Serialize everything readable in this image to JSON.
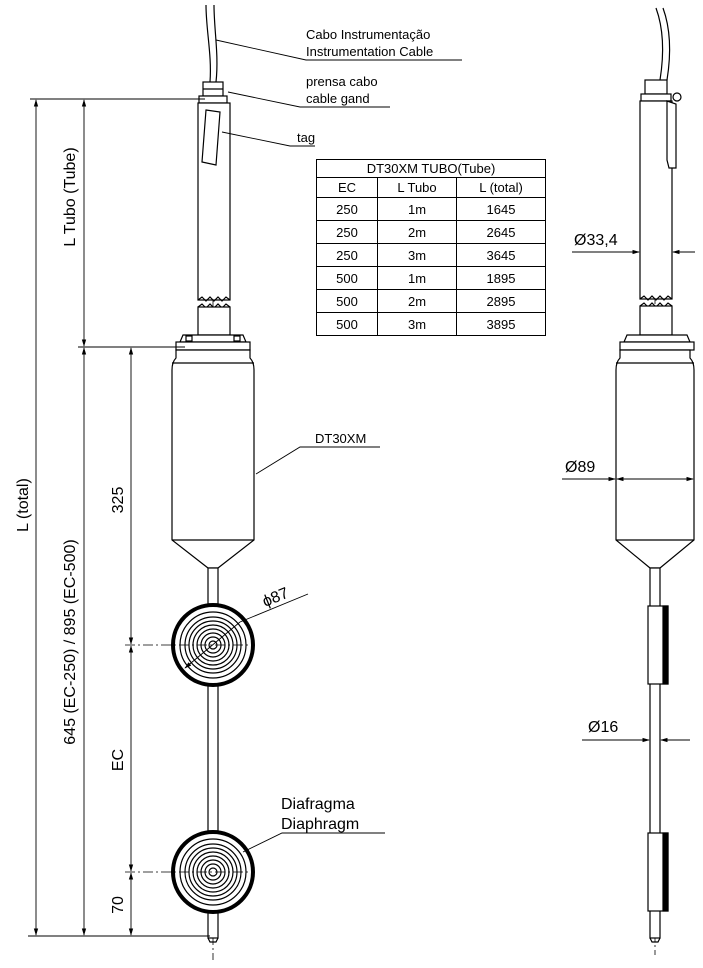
{
  "labels": {
    "cable_pt": "Cabo Instrumentação",
    "cable_en": "Instrumentation Cable",
    "gland_pt": "prensa cabo",
    "gland_en": "cable gand",
    "tag": "tag",
    "model": "DT30XM",
    "diaphragm_pt": "Diafragma",
    "diaphragm_en": "Diaphragm"
  },
  "dimensions": {
    "l_total": "L (total)",
    "l_tubo": "L Tubo (Tube)",
    "length_ec": "645 (EC-250) / 895 (EC-500)",
    "d325": "325",
    "ec": "EC",
    "d70": "70",
    "phi87": "ϕ87",
    "d33": "Ø33,4",
    "d89": "Ø89",
    "d16": "Ø16"
  },
  "table": {
    "title": "DT30XM  TUBO(Tube)",
    "headers": [
      "EC",
      "L Tubo",
      "L (total)"
    ],
    "rows": [
      [
        "250",
        "1m",
        "1645"
      ],
      [
        "250",
        "2m",
        "2645"
      ],
      [
        "250",
        "3m",
        "3645"
      ],
      [
        "500",
        "1m",
        "1895"
      ],
      [
        "500",
        "2m",
        "2895"
      ],
      [
        "500",
        "3m",
        "3895"
      ]
    ]
  }
}
